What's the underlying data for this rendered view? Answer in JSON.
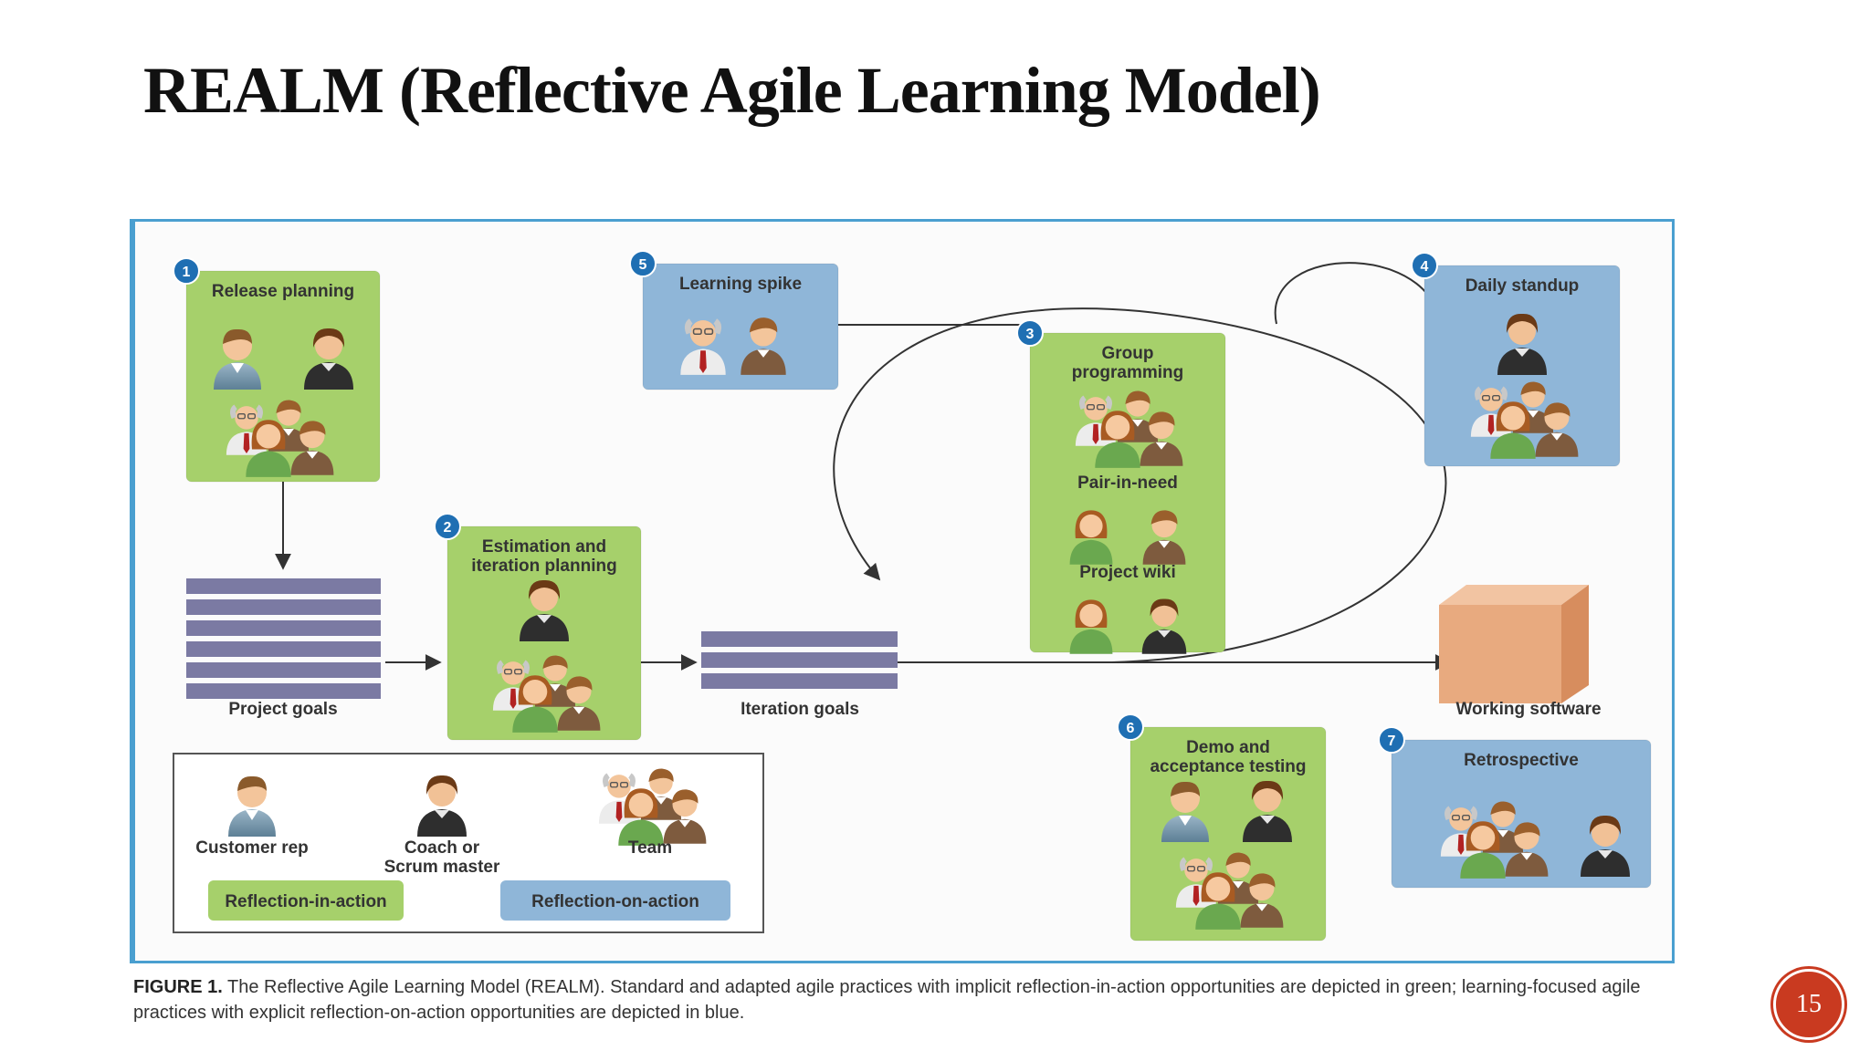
{
  "slide": {
    "title": "REALM (Reflective Agile Learning Model)",
    "page_number": "15"
  },
  "caption": {
    "label": "FIGURE 1.",
    "text": "The Reflective Agile Learning Model (REALM). Standard and adapted agile practices with implicit reflection-in-action opportunities are depicted in green; learning-focused agile practices with explicit reflection-on-action opportunities are depicted in blue."
  },
  "colors": {
    "green": "#a6d06b",
    "blue": "#8fb6d8",
    "badge": "#1f6fb3",
    "stripe": "#7b7aa3",
    "box": "#e8aa7f",
    "border": "#4a9fd0"
  },
  "nodes": [
    {
      "id": "release",
      "number": "1",
      "title": [
        "Release planning"
      ],
      "color": "green",
      "people": [
        [
          "customer-rep",
          "coach"
        ],
        [
          "team"
        ]
      ]
    },
    {
      "id": "estimation",
      "number": "2",
      "title": [
        "Estimation and",
        "iteration planning"
      ],
      "color": "green",
      "people": [
        [
          "coach"
        ],
        [
          "team"
        ]
      ]
    },
    {
      "id": "group",
      "number": "3",
      "title": [
        "Group",
        "programming"
      ],
      "color": "green",
      "people": [
        [
          "team"
        ]
      ],
      "sub_sections": [
        {
          "title": "Pair-in-need",
          "people": [
            "customer-rep",
            "team-member"
          ]
        },
        {
          "title": "Project wiki",
          "people": [
            "customer-rep",
            "coach"
          ]
        }
      ]
    },
    {
      "id": "standup",
      "number": "4",
      "title": [
        "Daily standup"
      ],
      "color": "blue",
      "people": [
        [
          "coach"
        ],
        [
          "team"
        ]
      ]
    },
    {
      "id": "spike",
      "number": "5",
      "title": [
        "Learning spike"
      ],
      "color": "blue",
      "people": [
        [
          "elder",
          "team-member"
        ]
      ]
    },
    {
      "id": "demo",
      "number": "6",
      "title": [
        "Demo and",
        "acceptance testing"
      ],
      "color": "green",
      "people": [
        [
          "customer-rep",
          "coach"
        ],
        [
          "team"
        ]
      ]
    },
    {
      "id": "retro",
      "number": "7",
      "title": [
        "Retrospective"
      ],
      "color": "blue",
      "people": [
        [
          "team",
          "coach"
        ]
      ]
    }
  ],
  "artifacts": {
    "project_goals": "Project goals",
    "iteration_goals": "Iteration goals",
    "working_software": "Working software"
  },
  "legend": {
    "customer_rep": "Customer rep",
    "coach": [
      "Coach or",
      "Scrum master"
    ],
    "team": "Team",
    "reflection_in_action": "Reflection-in-action",
    "reflection_on_action": "Reflection-on-action"
  }
}
